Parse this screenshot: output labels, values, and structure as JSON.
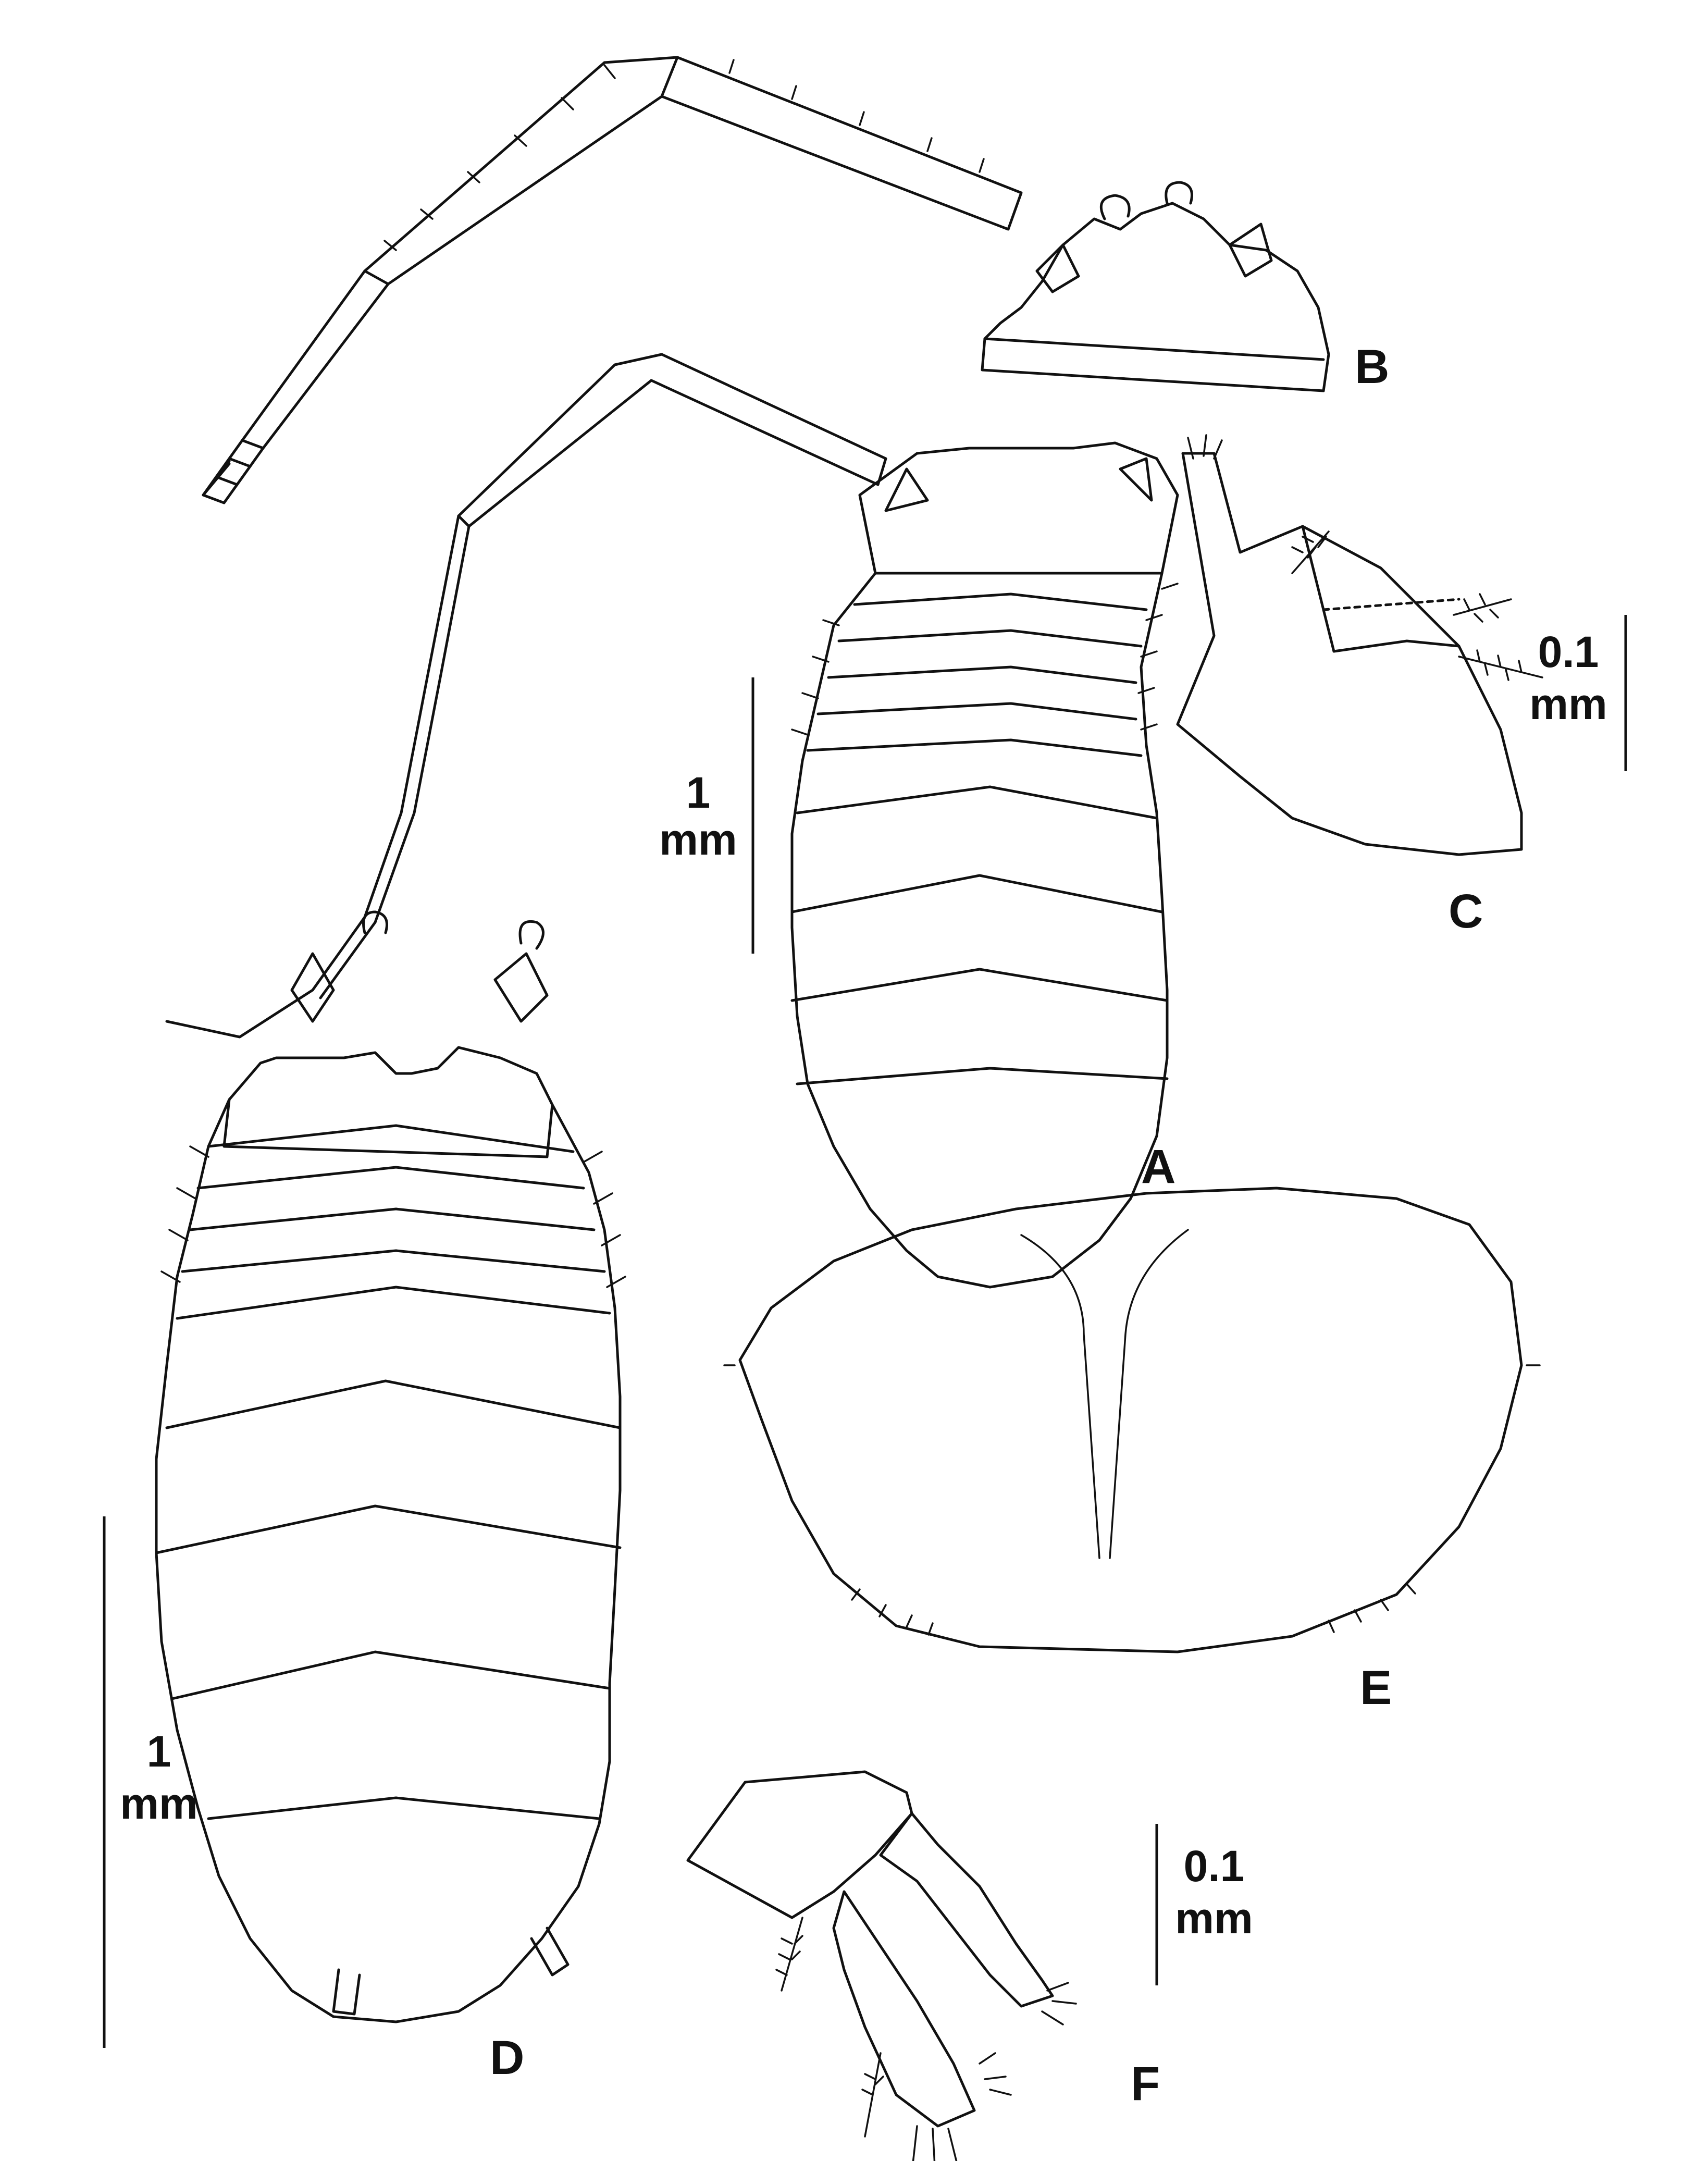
{
  "figure": {
    "panel_labels": {
      "A": "A",
      "B": "B",
      "C": "C",
      "D": "D",
      "E": "E",
      "F": "F"
    },
    "scale_bars": {
      "A": {
        "value": "1",
        "unit": "mm"
      },
      "C": {
        "value": "0.1",
        "unit": "mm"
      },
      "D": {
        "value": "1",
        "unit": "mm"
      },
      "F": {
        "value": "0.1",
        "unit": "mm"
      }
    }
  }
}
